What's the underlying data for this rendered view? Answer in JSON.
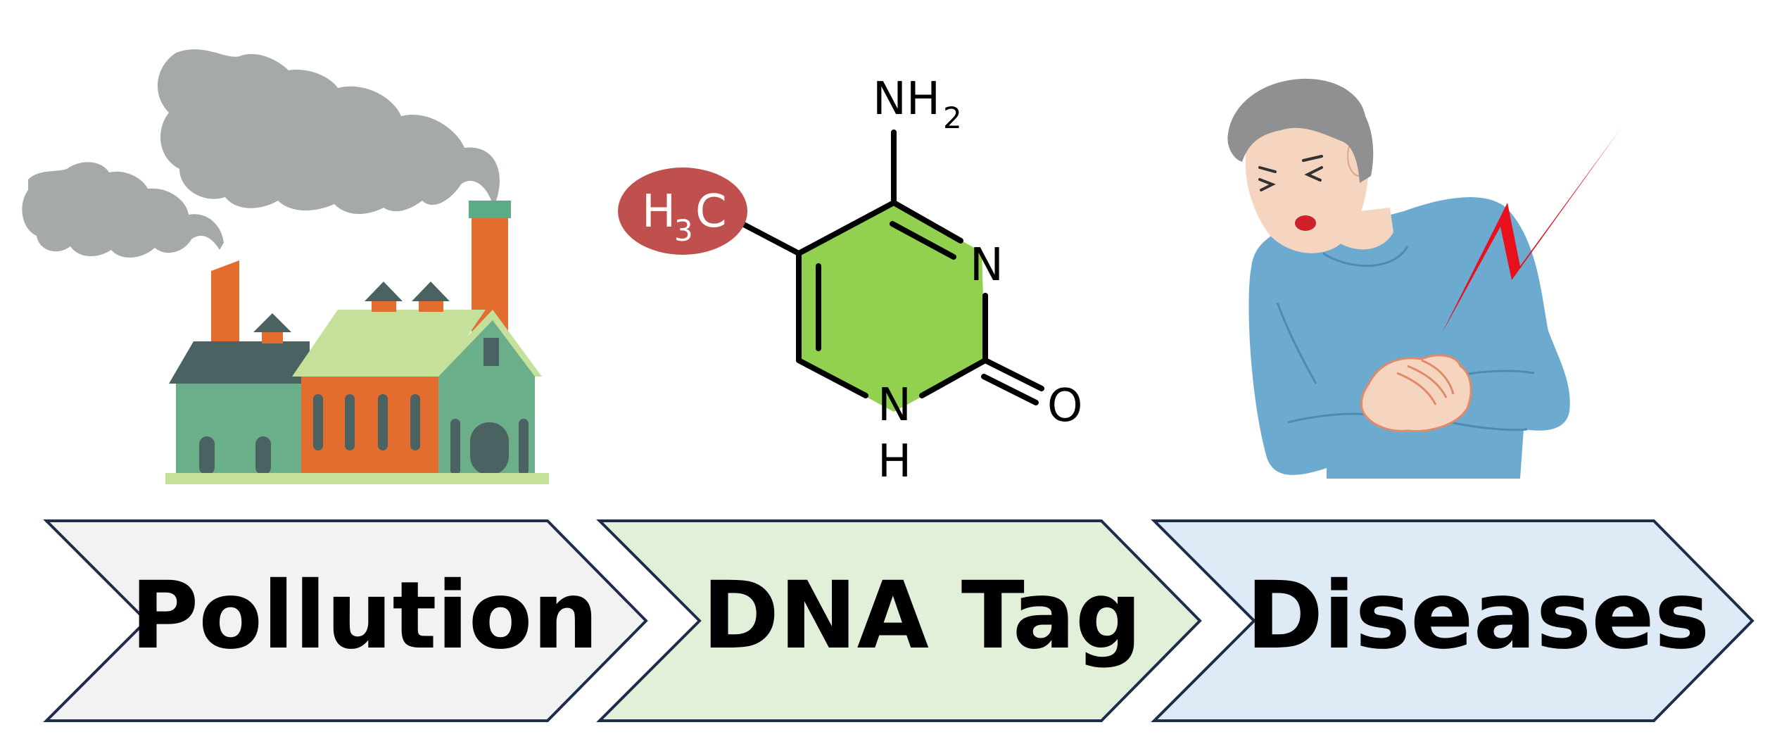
{
  "steps": [
    {
      "label": "Pollution",
      "fill": "#f2f2f2"
    },
    {
      "label": "DNA Tag",
      "fill": "#e2efd9"
    },
    {
      "label": "Diseases",
      "fill": "#deebf7"
    }
  ],
  "molecule": {
    "amine_main": "NH",
    "amine_sub": "2",
    "ring_n_right": "N",
    "ring_n_bottom": "N",
    "ring_h_bottom": "H",
    "oxygen": "O",
    "methyl_h": "H",
    "methyl_sub": "3",
    "methyl_c": "C",
    "ring_color": "#92d050",
    "methyl_color": "#c0504d"
  },
  "colors": {
    "smoke": "#a5a9a7",
    "chimney": "#e36c2f",
    "factory_green": "#6aae8a",
    "roof_dark": "#4a6362",
    "roof_light": "#c5e09b",
    "shirt": "#6cabcf",
    "hair": "#8f9092",
    "skin": "#f5d5bf",
    "pain_bolt": "#e8101d",
    "chevron_border": "#1f2d4d"
  },
  "icons": {
    "factory": "factory-icon",
    "molecule": "methylcytosine-icon",
    "person": "sick-person-icon",
    "bolt": "pain-bolt-icon"
  }
}
